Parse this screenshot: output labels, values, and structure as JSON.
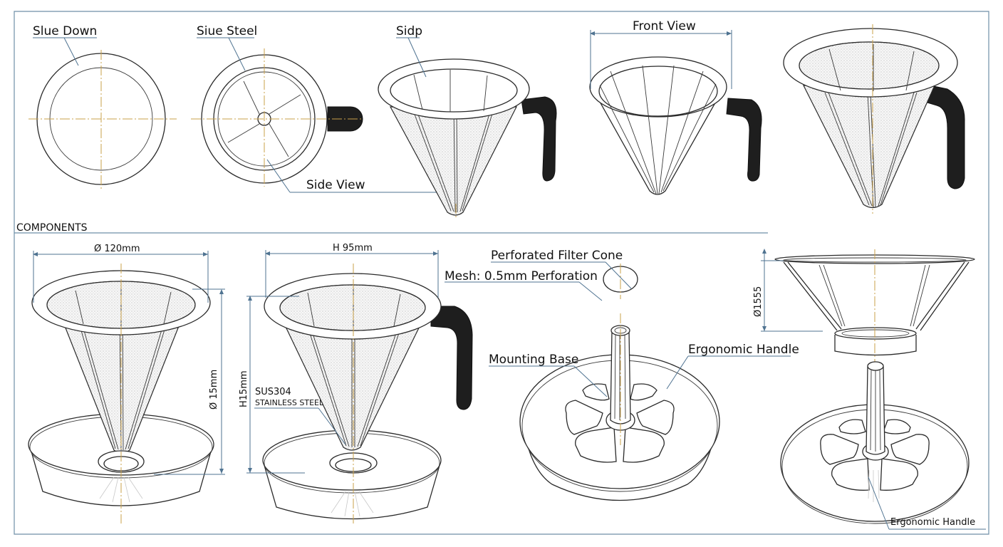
{
  "drawing": {
    "section_header": "COMPONENTS",
    "top_row": {
      "labels": {
        "slue_down": "Slue Down",
        "siue_steel": "Siue Steel",
        "side_view": "Side View",
        "sidp": "Sidp",
        "front_view": "Front View"
      }
    },
    "bottom_row": {
      "dimensions": {
        "diameter_top": "Ø 120mm",
        "diameter_vertical": "Ø 15mm",
        "height_top": "H 95mm",
        "height_vertical": "H15mm",
        "exploded_vertical": "Ø1555"
      },
      "labels": {
        "material_line1": "SUS304",
        "material_line2": "STAINLESS STEEL",
        "perforated_filter_cone": "Perforated Filter Cone",
        "mesh_perforation": "Mesh: 0.5mm Perforation",
        "mounting_base": "Mounting Base",
        "ergonomic_handle_1": "Ergonomic Handle",
        "ergonomic_handle_2": "Ergonomic Handle"
      }
    },
    "colors": {
      "frame": "#6f8fa8",
      "leader": "#4f7391",
      "centerline": "#c9a04a",
      "handle": "#1e1e1e"
    }
  }
}
